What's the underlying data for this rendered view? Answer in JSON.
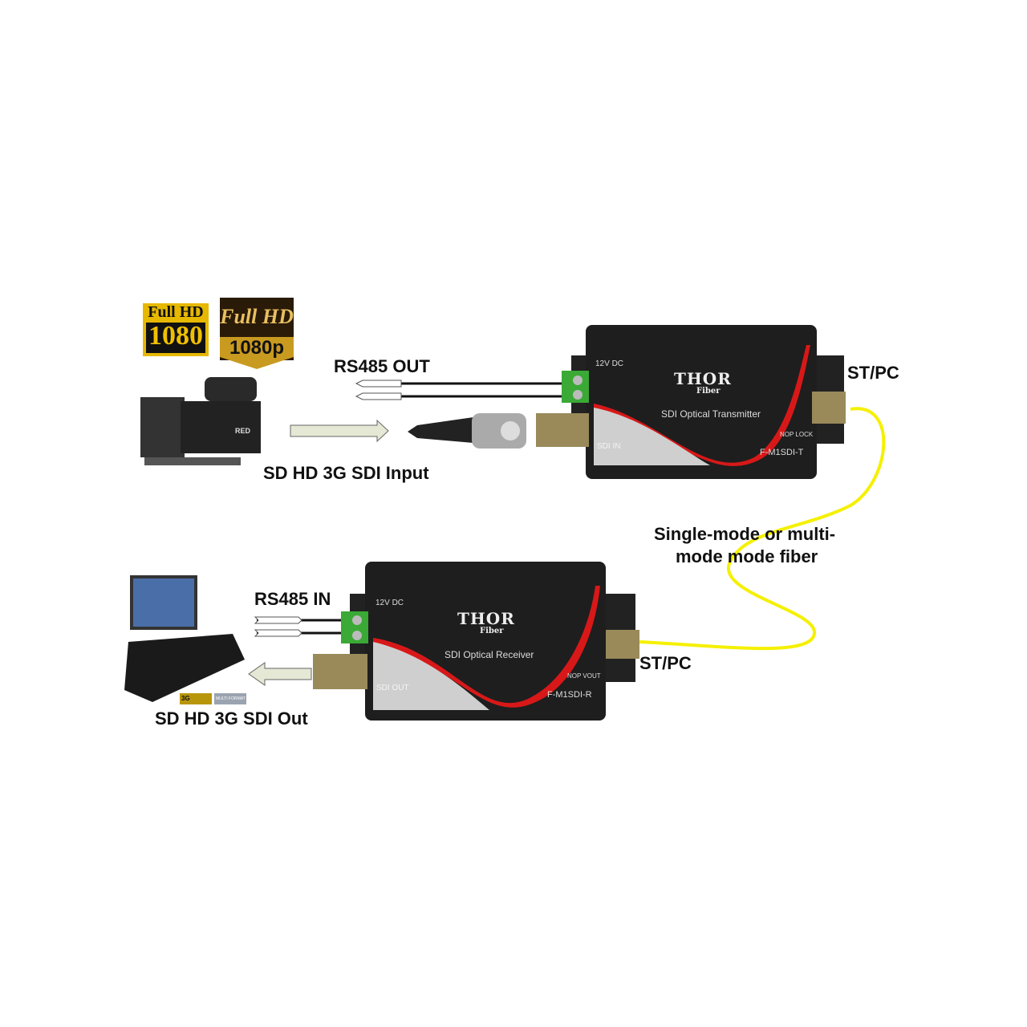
{
  "badges": {
    "full_hd_1080": {
      "top": "Full HD",
      "bottom": "1080"
    },
    "full_hd_1080p": {
      "top": "Full HD",
      "bottom": "1080p"
    }
  },
  "camera": {
    "brand": "RED"
  },
  "labels": {
    "rs485_out": "RS485 OUT",
    "sdi_input": "SD HD 3G SDI Input",
    "st_pc_top": "ST/PC",
    "fiber_line1": "Single-mode or multi-",
    "fiber_line2": "mode mode fiber",
    "rs485_in": "RS485 IN",
    "st_pc_bottom": "ST/PC",
    "sdi_out": "SD HD 3G SDI Out"
  },
  "transmitter": {
    "power": "12V DC",
    "logo": "THOR",
    "logo_sub": "Fiber",
    "name": "SDI Optical Transmitter",
    "leds": "NOP LOCK",
    "model": "F-M1SDI-T",
    "port": "SDI IN"
  },
  "receiver": {
    "power": "12V DC",
    "logo": "THOR",
    "logo_sub": "Fiber",
    "name": "SDI Optical Receiver",
    "leds": "NOP VOUT",
    "model": "F-M1SDI-R",
    "port": "SDI OUT"
  },
  "switcher_badges": {
    "left": "3G",
    "right": "MULTI FORMAT"
  },
  "colors": {
    "fiber": "#f5f000",
    "device": "#1e1e1e",
    "accent": "#e01010",
    "terminal": "#3aa935"
  }
}
